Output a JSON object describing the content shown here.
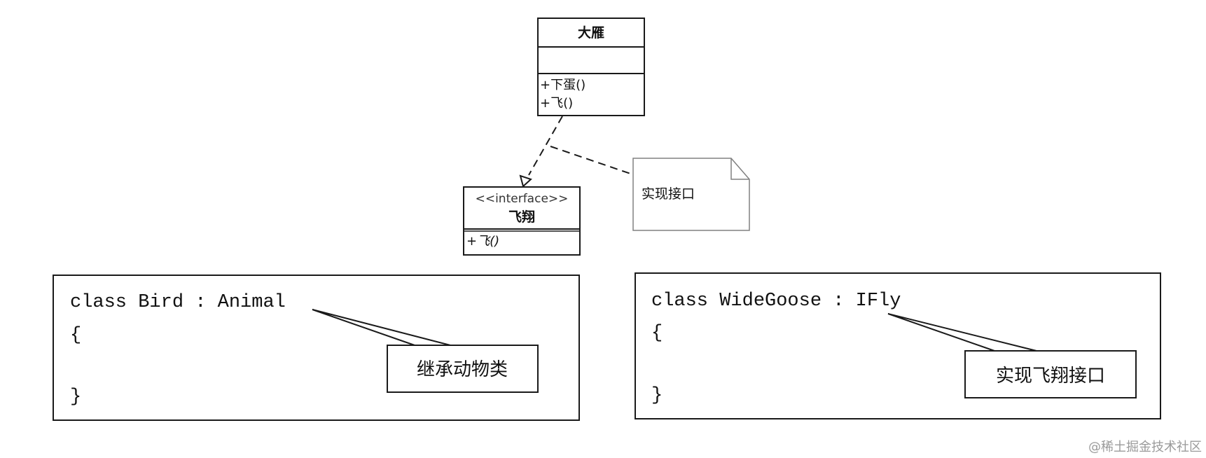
{
  "colors": {
    "line": "#1a1a1a",
    "note_border": "#808080",
    "watermark": "#9a9a9a",
    "background": "#ffffff"
  },
  "diagram": {
    "class_goose": {
      "name": "大雁",
      "methods": [
        "+下蛋()",
        "+飞()"
      ]
    },
    "interface_fly": {
      "stereotype": "<<interface>>",
      "name": "飞翔",
      "methods": [
        "+飞()"
      ]
    },
    "realize_note": "实现接口"
  },
  "code_left": {
    "lines": [
      "class Bird : Animal",
      "{",
      "}"
    ],
    "callout": "继承动物类"
  },
  "code_right": {
    "lines": [
      "class WideGoose : IFly",
      "{",
      "}"
    ],
    "callout": "实现飞翔接口"
  },
  "watermark": "@稀土掘金技术社区"
}
